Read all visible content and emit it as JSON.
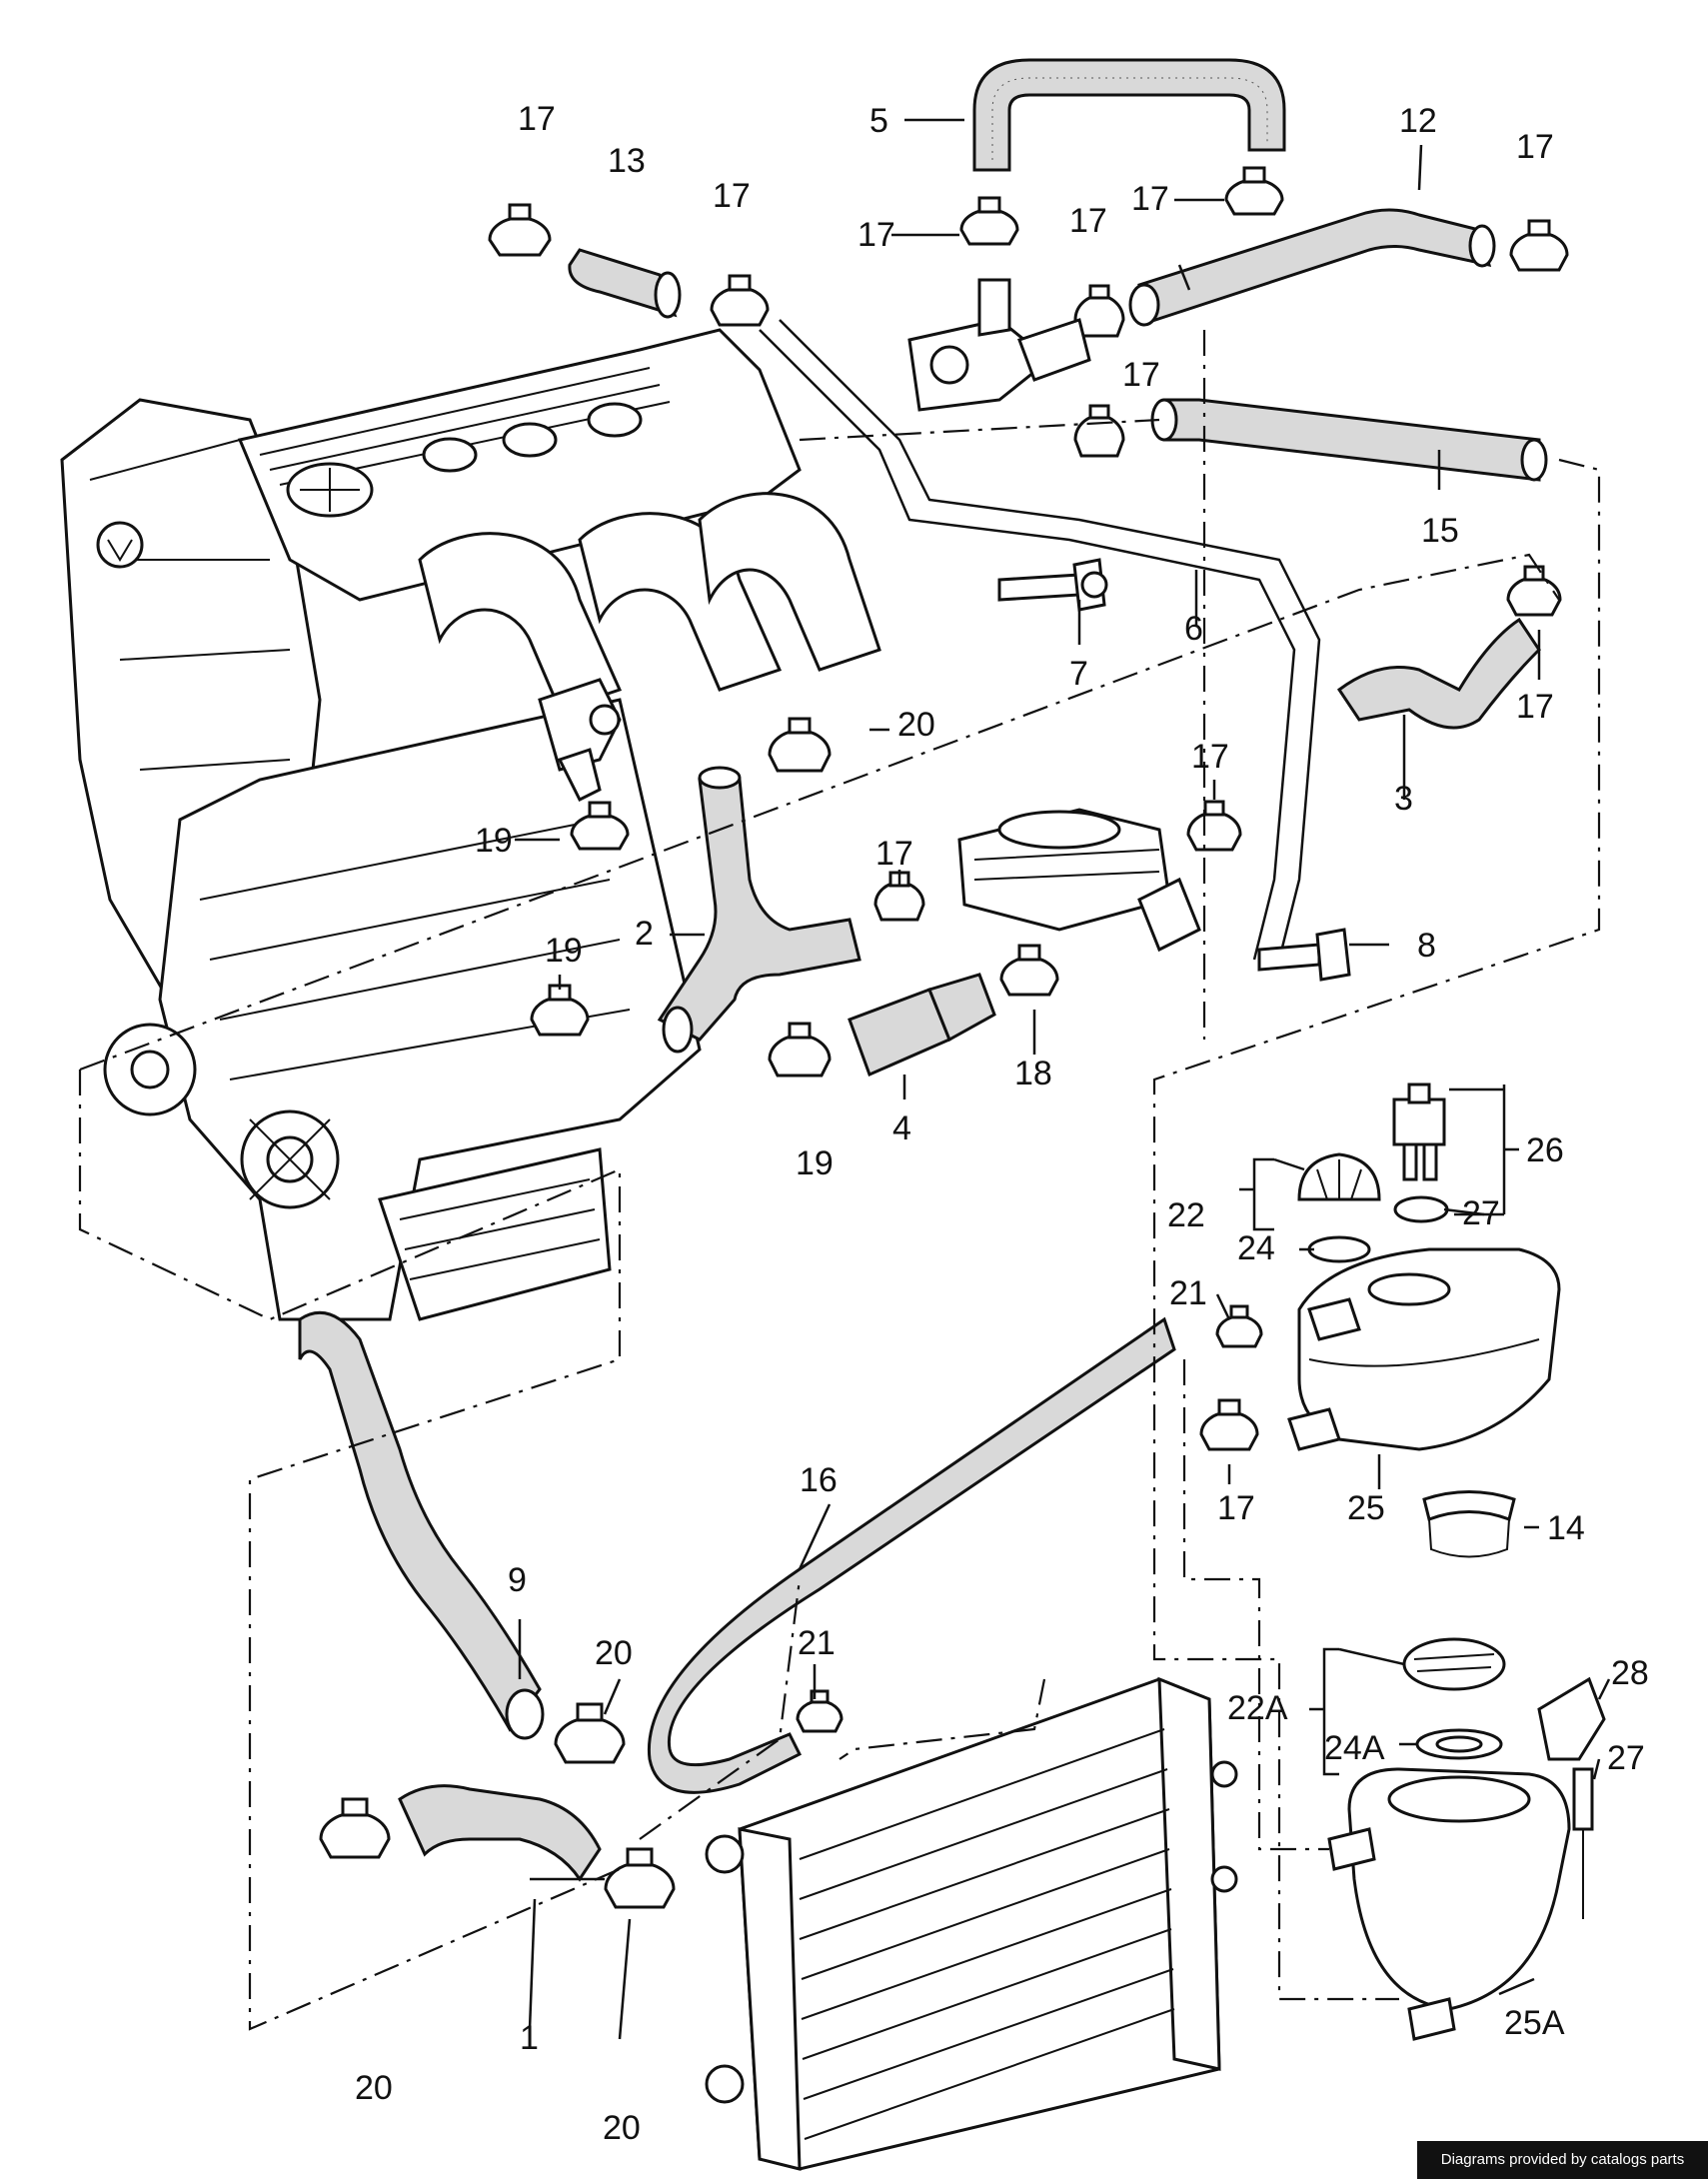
{
  "labels": {
    "l1": "1",
    "l2": "2",
    "l3": "3",
    "l4": "4",
    "l5": "5",
    "l6": "6",
    "l7": "7",
    "l8": "8",
    "l9": "9",
    "l12": "12",
    "l13": "13",
    "l14": "14",
    "l15": "15",
    "l16": "16",
    "l17": "17",
    "l18": "18",
    "l19": "19",
    "l20": "20",
    "l21": "21",
    "l22": "22",
    "l22a": "22A",
    "l24": "24",
    "l24a": "24A",
    "l25": "25",
    "l25a": "25A",
    "l26": "26",
    "l27": "27",
    "l28": "28"
  },
  "credit": "Diagrams provided by catalogs parts"
}
